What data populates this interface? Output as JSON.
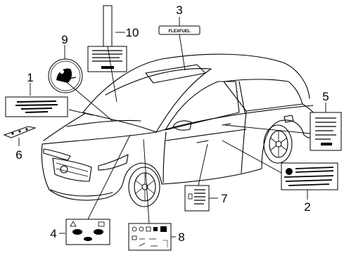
{
  "callouts": {
    "c1": "1",
    "c2": "2",
    "c3": "3",
    "c4": "4",
    "c5": "5",
    "c6": "6",
    "c7": "7",
    "c8": "8",
    "c9": "9",
    "c10": "10"
  },
  "labels": {
    "flexfuel_text": "FLEXFUEL"
  }
}
